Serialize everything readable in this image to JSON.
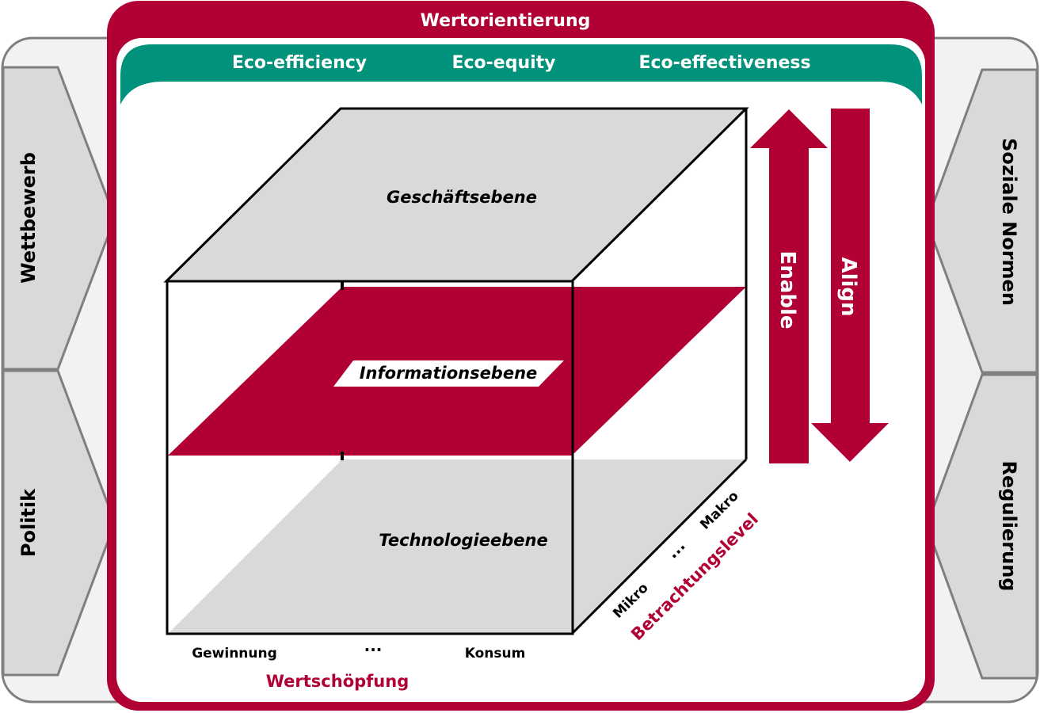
{
  "header": {
    "title": "Wertorientierung",
    "tabs": [
      "Eco-efficiency",
      "Eco-equity",
      "Eco-effectiveness"
    ]
  },
  "left_forces": [
    "Wettbewerb",
    "Politik"
  ],
  "right_forces": [
    "Soziale Normen",
    "Regulierung"
  ],
  "cube": {
    "top_layer": "Geschäftsebene",
    "middle_layer": "Informationsebene",
    "bottom_layer": "Technologieebene"
  },
  "x_axis": {
    "start": "Gewinnung",
    "middle": "...",
    "end": "Konsum",
    "label": "Wertschöpfung"
  },
  "depth_axis": {
    "start": "Mikro",
    "middle": "...",
    "end": "Makro",
    "label": "Betrachtungslevel"
  },
  "arrows": {
    "up": "Enable",
    "down": "Align"
  },
  "colors": {
    "crimson": "#B00034",
    "teal": "#00927A",
    "gray_panel": "#D9D9D9",
    "light_gray": "#F2F2F2",
    "outline_gray": "#7F7F7F"
  }
}
